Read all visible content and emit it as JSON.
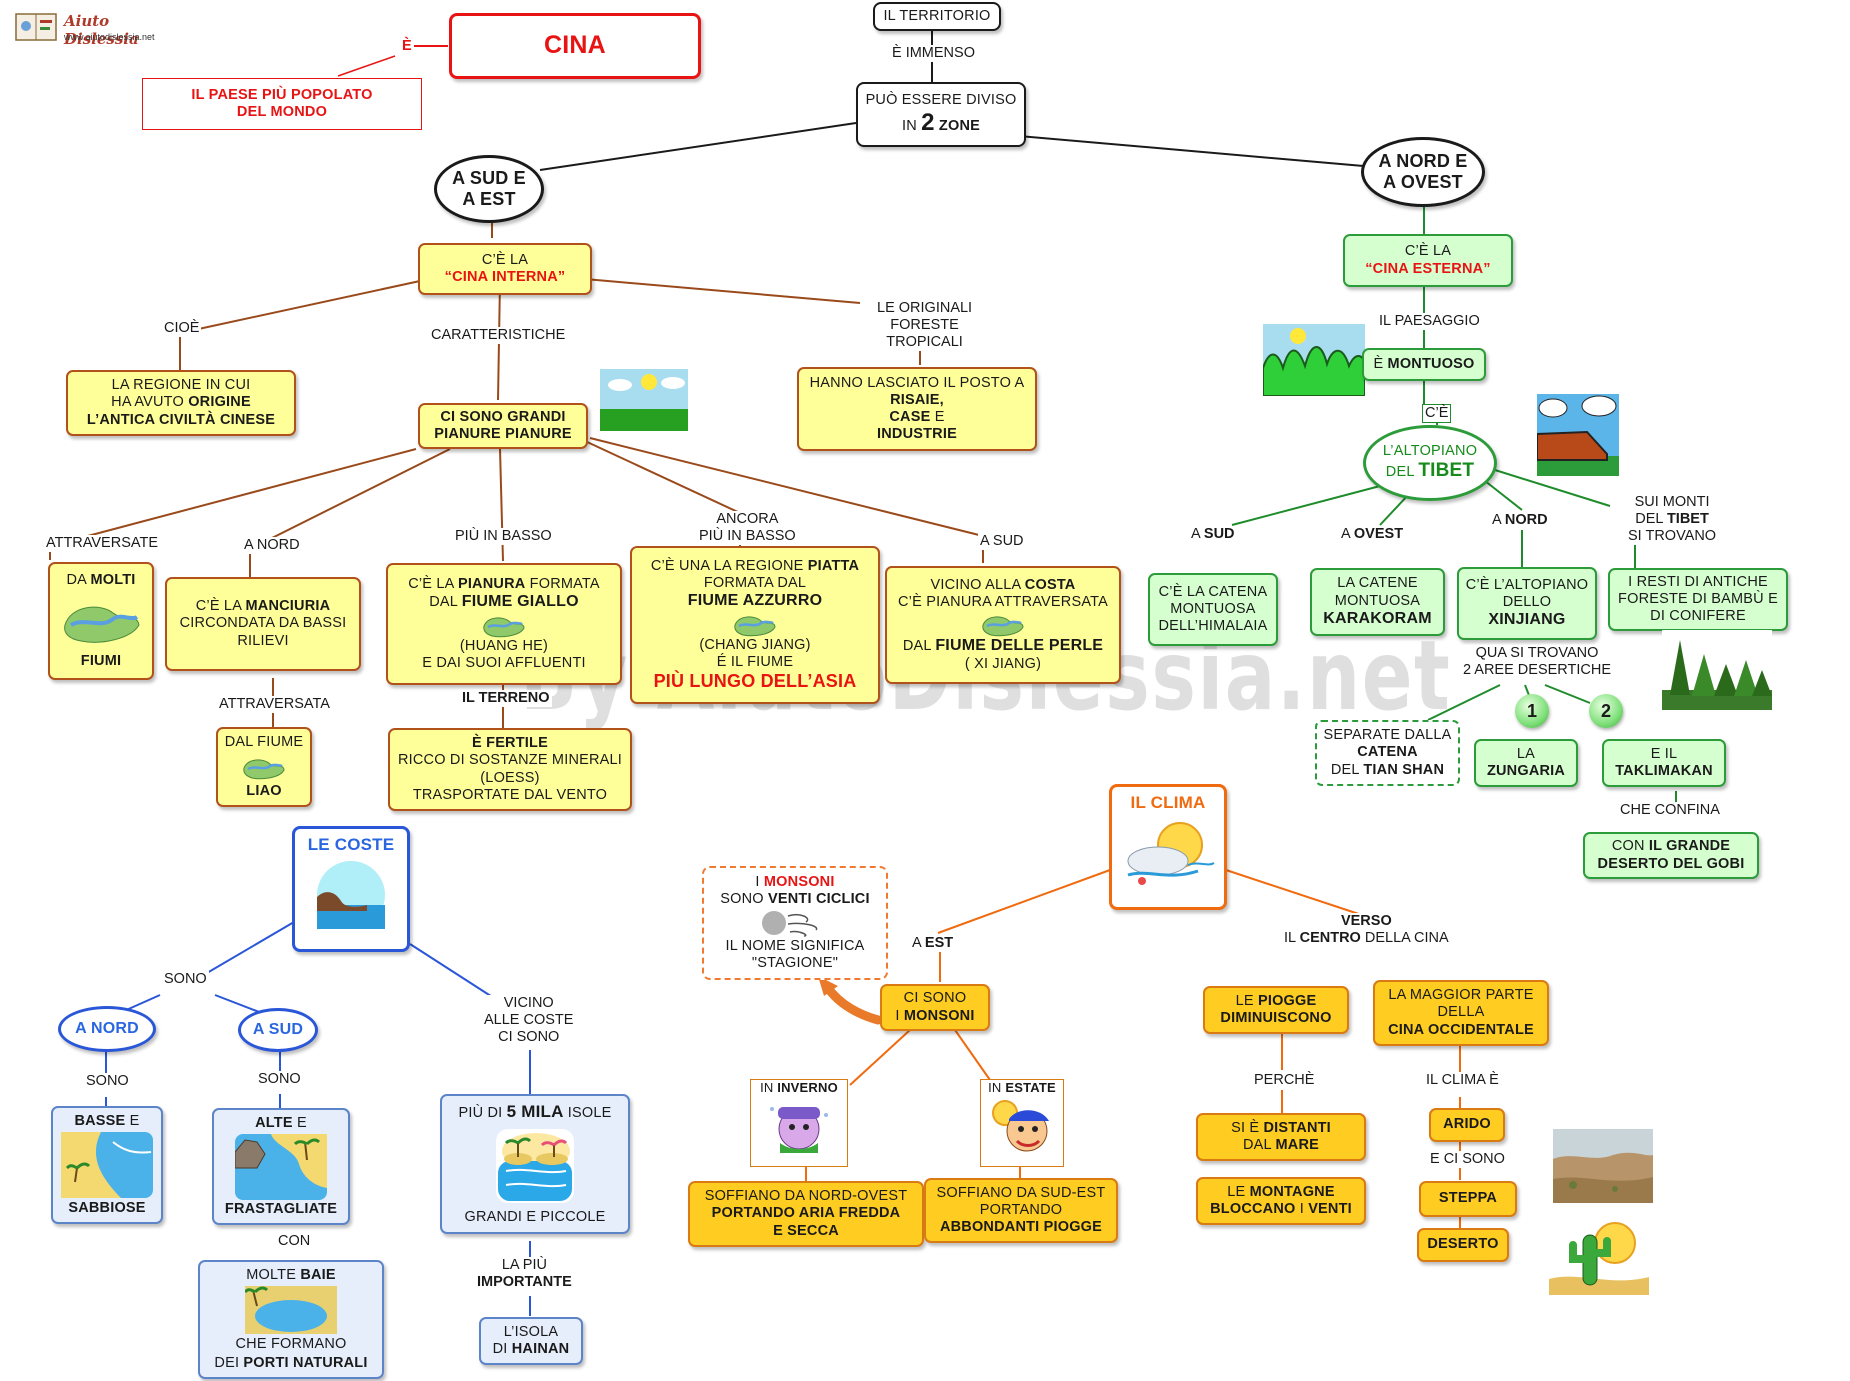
{
  "logo": {
    "title": "Aiuto Dislessia",
    "url": "www.aiutodislessia.net"
  },
  "watermark": "By AiutoDislessia.net",
  "header": {
    "title": "CINA",
    "is_label": "È",
    "description_1": "IL PAESE PIÙ POPOLATO",
    "description_2": "DEL MONDO",
    "territory": "IL TERRITORIO",
    "immense": "È IMMENSO",
    "divisible_1": "PUÒ ESSERE DIVISO",
    "divisible_2a": "IN",
    "divisible_2b": "2",
    "divisible_2c": "ZONE"
  },
  "south_east": {
    "title_1": "A SUD E",
    "title_2": "A EST",
    "inner_1": "C’È LA",
    "inner_2": "“CINA INTERNA”",
    "cioe": "CIOÈ",
    "origin_1": "LA REGIONE IN CUI",
    "origin_2a": "HA AVUTO",
    "origin_2b": "ORIGINE",
    "origin_3": "L’ANTICA CIVILTÀ CINESE",
    "characteristics": "CARATTERISTICHE",
    "forests_1": "LE ORIGINALI",
    "forests_2": "FORESTE",
    "forests_3": "TROPICALI",
    "replaced_1": "HANNO LASCIATO IL POSTO A",
    "replaced_2": "RISAIE,",
    "replaced_3a": "CASE",
    "replaced_3b": "E",
    "replaced_4": "INDUSTRIE",
    "plains_1": "CI SONO GRANDI",
    "plains_2": "PIANURE PIANURE",
    "lbl_crossed": "ATTRAVERSATE",
    "lbl_north": "A NORD",
    "lbl_lower": "PIÙ IN BASSO",
    "lbl_even_lower_1": "ANCORA",
    "lbl_even_lower_2": "PIÙ IN BASSO",
    "lbl_south": "A SUD",
    "rivers_1a": "DA",
    "rivers_1b": "MOLTI",
    "rivers_2": "FIUMI",
    "manchuria_1a": "C’È LA",
    "manchuria_1b": "MANCIURIA",
    "manchuria_2": "CIRCONDATA DA BASSI",
    "manchuria_3": "RILIEVI",
    "lbl_crossed_by": "ATTRAVERSATA",
    "liao_1": "DAL FIUME",
    "liao_2": "LIAO",
    "yellow_1a": "C’È  LA",
    "yellow_1b": "PIANURA",
    "yellow_1c": "FORMATA",
    "yellow_2a": "DAL",
    "yellow_2b": "FIUME GIALLO",
    "yellow_3": "(HUANG HE)",
    "yellow_4": "E DAI SUOI AFFLUENTI",
    "terrain": "IL TERRENO",
    "fertile_1": "È FERTILE",
    "fertile_2": "RICCO DI SOSTANZE MINERALI",
    "fertile_3": "(LOESS)",
    "fertile_4": "TRASPORTATE DAL VENTO",
    "blue_1a": "C’È UNA LA REGIONE",
    "blue_1b": "PIATTA",
    "blue_2": "FORMATA DAL",
    "blue_3": "FIUME AZZURRO",
    "blue_4": "(CHANG JIANG)",
    "blue_5": "É IL FIUME",
    "blue_6": "PIÙ LUNGO DELL’ASIA",
    "pearl_1a": "VICINO ALLA",
    "pearl_1b": "COSTA",
    "pearl_2": "C’È PIANURA ATTRAVERSATA",
    "pearl_3a": "DAL",
    "pearl_3b": "FIUME DELLE PERLE",
    "pearl_4": "( XI JIANG)"
  },
  "north_west": {
    "title_1": "A NORD E",
    "title_2": "A OVEST",
    "outer_1": "C’È LA",
    "outer_2": "“CINA ESTERNA”",
    "landscape": "IL PAESAGGIO",
    "mountainous_a": "È",
    "mountainous_b": "MONTUOSO",
    "there_is": "C’È",
    "tibet_1": "L’ALTOPIANO",
    "tibet_2a": "DEL",
    "tibet_2b": "TIBET",
    "lbl_south": "SUD",
    "lbl_west": "OVEST",
    "lbl_north": "NORD",
    "lbl_a": "A",
    "lbl_tibet_mount_1": "SUI MONTI",
    "lbl_tibet_mount_2a": "DEL",
    "lbl_tibet_mount_2b": "TIBET",
    "lbl_tibet_mount_3": "SI TROVANO",
    "himalaya_1": "C’È LA CATENA",
    "himalaya_2": "MONTUOSA",
    "himalaya_3": "DELL’HIMALAIA",
    "karakoram_1": "LA CATENE",
    "karakoram_2": "MONTUOSA",
    "karakoram_3": "KARAKORAM",
    "xinjiang_1": "C’È L’ALTOPIANO",
    "xinjiang_2": "DELLO",
    "xinjiang_3": "XINJIANG",
    "bamboo_1": "I RESTI DI ANTICHE",
    "bamboo_2": "FORESTE DI BAMBÙ E",
    "bamboo_3": "DI CONIFERE",
    "deserts_1": "QUA SI TROVANO",
    "deserts_2": "2 AREE DESERTICHE",
    "tianshan_1": "SEPARATE DALLA",
    "tianshan_2": "CATENA",
    "tianshan_3a": "DEL",
    "tianshan_3b": "TIAN SHAN",
    "num_1": "1",
    "num_2": "2",
    "zungaria_1": "LA",
    "zungaria_2": "ZUNGARIA",
    "takla_1": "E IL",
    "takla_2": "TAKLIMAKAN",
    "borders": "CHE CONFINA",
    "gobi_1a": "CON",
    "gobi_1b": "IL  GRANDE",
    "gobi_2": "DESERTO DEL GOBI"
  },
  "coasts": {
    "title": "LE COSTE",
    "are": "SONO",
    "north": "A NORD",
    "south": "A SUD",
    "are_n": "SONO",
    "are_s": "SONO",
    "near_1": "VICINO",
    "near_2": "ALLE COSTE",
    "near_3": "CI SONO",
    "low_1a": "BASSE",
    "low_1b": "E",
    "low_2": "SABBIOSE",
    "high_1a": "ALTE",
    "high_1b": "E",
    "high_2": "FRASTAGLIATE",
    "with": "CON",
    "bays_1a": "MOLTE",
    "bays_1b": "BAIE",
    "bays_2": "CHE  FORMANO",
    "bays_3a": "DEI",
    "bays_3b": "PORTI NATURALI",
    "islands_1a": "PIÙ DI",
    "islands_1b": "5 MILA",
    "islands_1c": "ISOLE",
    "islands_2": "GRANDI E PICCOLE",
    "most_1": "LA PIÙ",
    "most_2": "IMPORTANTE",
    "hainan_1": "L’ISOLA",
    "hainan_2a": "DI",
    "hainan_2b": "HAINAN"
  },
  "climate": {
    "title": "IL CLIMA",
    "east_a": "A",
    "east_b": "EST",
    "monsoon_def_1a": "I",
    "monsoon_def_1b": "MONSONI",
    "monsoon_def_2a": "SONO",
    "monsoon_def_2b": "VENTI CICLICI",
    "monsoon_def_3": "IL NOME SIGNIFICA",
    "monsoon_def_4": "\"STAGIONE\"",
    "monsoons_1": "CI SONO",
    "monsoons_2a": "I",
    "monsoons_2b": "MONSONI",
    "winter_a": "IN",
    "winter_b": "INVERNO",
    "summer_a": "IN",
    "summer_b": "ESTATE",
    "nw_1": "SOFFIANO DA NORD-OVEST",
    "nw_2": "PORTANDO ARIA FREDDA",
    "nw_3": "E SECCA",
    "se_1": "SOFFIANO DA SUD-EST",
    "se_2": "PORTANDO",
    "se_3": "ABBONDANTI PIOGGE",
    "toward_1": "VERSO",
    "toward_2a": "IL",
    "toward_2b": "CENTRO",
    "toward_2c": "DELLA CINA",
    "rain_1a": "LE",
    "rain_1b": "PIOGGE",
    "rain_2": "DIMINUISCONO",
    "why": "PERCHÈ",
    "far_1a": "SI È",
    "far_1b": "DISTANTI",
    "far_2a": "DAL",
    "far_2b": "MARE",
    "mountains_1a": "LE",
    "mountains_1b": "MONTAGNE",
    "mountains_2a": "BLOCCANO",
    "mountains_2b": "I",
    "mountains_2c": "VENTI",
    "western_1": "LA MAGGIOR PARTE",
    "western_2": "DELLA",
    "western_3": "CINA  OCCIDENTALE",
    "climate_is": "IL CLIMA È",
    "arid": "ARIDO",
    "there_are": "E CI SONO",
    "steppe": "STEPPA",
    "desert": "DESERTO"
  }
}
